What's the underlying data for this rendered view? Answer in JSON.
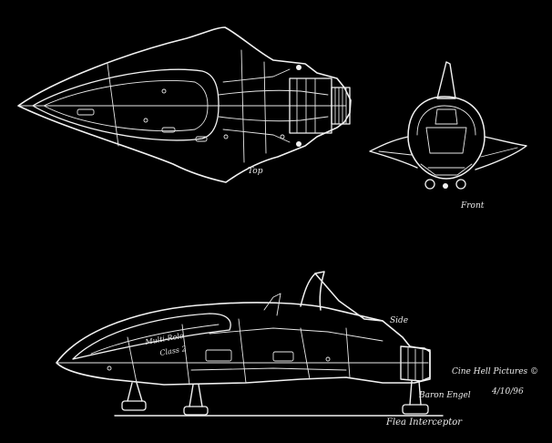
{
  "views": {
    "top_label": "Top",
    "front_label": "Front",
    "side_label": "Side"
  },
  "credits": {
    "copyright": "Cine Hell Pictures ©",
    "artist": "Baron Engel",
    "date": "4/10/96",
    "title": "Flea Interceptor",
    "hull_text_line1": "Multi-Role",
    "hull_text_line2": "Class 2"
  }
}
